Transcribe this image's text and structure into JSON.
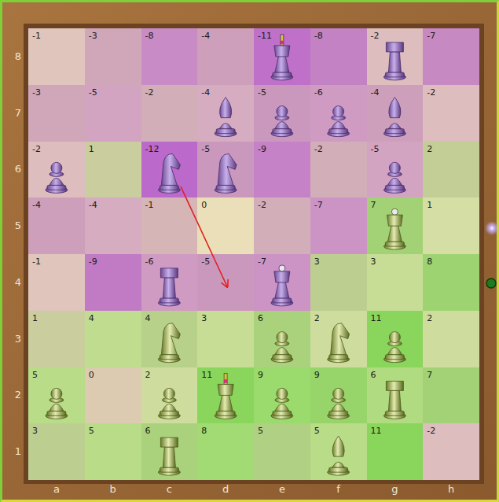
{
  "diagram": {
    "labels": [
      "8",
      "-1",
      "-3",
      "-8",
      "-4",
      "-11",
      "-8",
      "-2",
      "-7",
      "7",
      "-3",
      "-5",
      "-2",
      "-4",
      "-5",
      "-6",
      "-4",
      "-2",
      "6",
      "-2",
      "1",
      "-12",
      "-5",
      "-9",
      "-2",
      "-5",
      "2",
      "5",
      "-4",
      "-4",
      "-1",
      "0",
      "-2",
      "-7",
      "7",
      "1",
      "4",
      "-1",
      "-9",
      "-6",
      "-5",
      "-7",
      "3",
      "3",
      "8",
      "3",
      "1",
      "4",
      "4",
      "3",
      "6",
      "2",
      "11",
      "2",
      "2",
      "5",
      "0",
      "2",
      "11",
      "9",
      "9",
      "6",
      "7",
      "1",
      "3",
      "5",
      "6",
      "8",
      "5",
      "5",
      "11",
      "-2",
      "a",
      "b",
      "c",
      "d",
      "e",
      "f",
      "g",
      "h"
    ]
  }
}
